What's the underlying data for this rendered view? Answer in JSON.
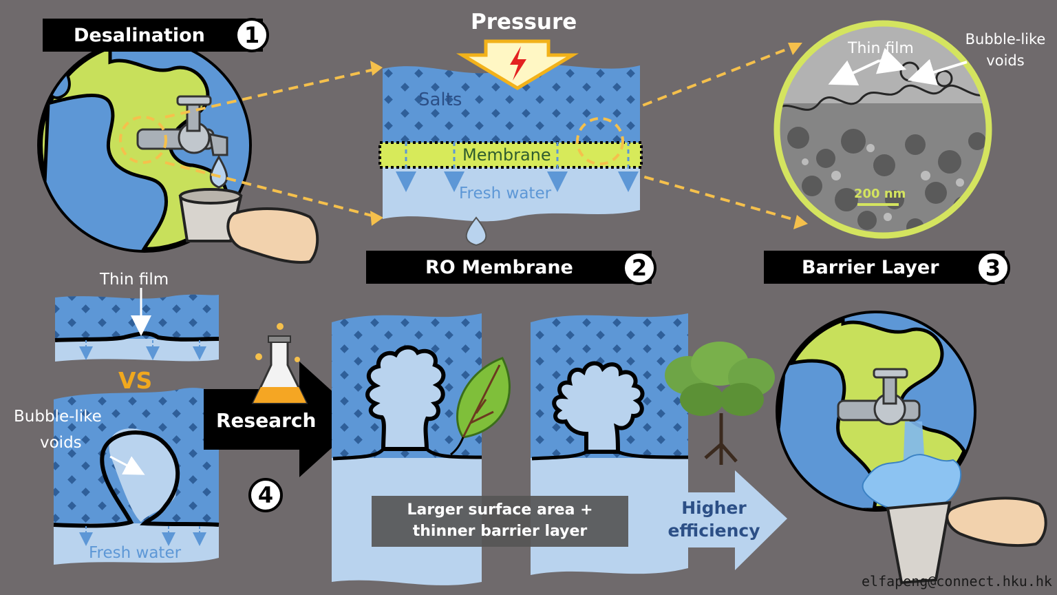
{
  "panels": {
    "desalination": {
      "title": "Desalination",
      "number": "1"
    },
    "ro_membrane": {
      "title": "RO Membrane",
      "number": "2"
    },
    "barrier_layer": {
      "title": "Barrier Layer",
      "number": "3"
    },
    "research": {
      "number": "4"
    }
  },
  "labels": {
    "pressure": "Pressure",
    "salts": "Salts",
    "membrane": "Membrane",
    "fresh_water_top": "Fresh water",
    "thin_film_micro": "Thin film",
    "bubble_voids_micro": "Bubble-like voids",
    "scale_bar": "200 nm",
    "thin_film_small": "Thin film",
    "vs": "VS",
    "bubble_voids_small_1": "Bubble-like",
    "bubble_voids_small_2": "voids",
    "fresh_water_small": "Fresh water",
    "research": "Research",
    "surface_area_1": "Larger surface area +",
    "surface_area_2": "thinner barrier layer",
    "efficiency_1": "Higher",
    "efficiency_2": "efficiency",
    "email": "elfapeng@connect.hku.hk"
  },
  "colors": {
    "background": "#6f6a6c",
    "water_salty": "#5d97d6",
    "water_fresh": "#b9d3ee",
    "membrane": "#d7ea5a",
    "globe_land": "#c8e05b",
    "arrow_dashed": "#f5c04c",
    "text_dark_blue": "#2c4f86",
    "vs_orange": "#f0a81e"
  },
  "icons": [
    "globe-icon",
    "faucet-icon",
    "cup-icon",
    "hand-icon",
    "lightning-icon",
    "water-drop-icon",
    "flask-icon",
    "leaf-icon",
    "tree-icon",
    "water-splash-icon"
  ]
}
